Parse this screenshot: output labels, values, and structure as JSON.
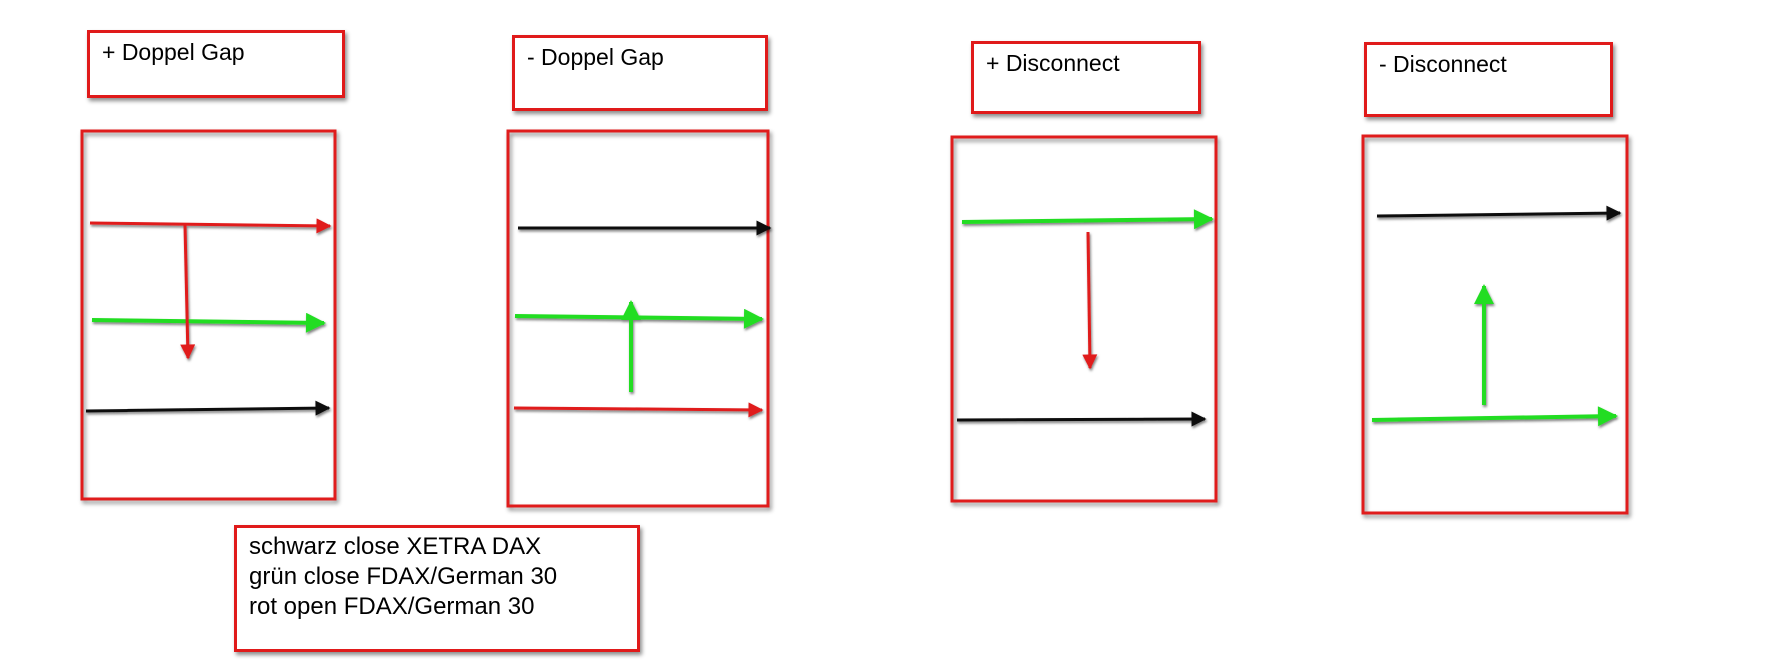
{
  "panels": [
    {
      "title": "+ Doppel Gap"
    },
    {
      "title": "- Doppel Gap"
    },
    {
      "title": "+ Disconnect"
    },
    {
      "title": "- Disconnect"
    }
  ],
  "legend": {
    "lines": [
      "schwarz close XETRA DAX",
      "grün close FDAX/German 30",
      "rot open FDAX/German 30"
    ]
  },
  "colors": {
    "frame": "#e01a1a",
    "black": "#111111",
    "green": "#22dd22",
    "red": "#e01a1a"
  }
}
